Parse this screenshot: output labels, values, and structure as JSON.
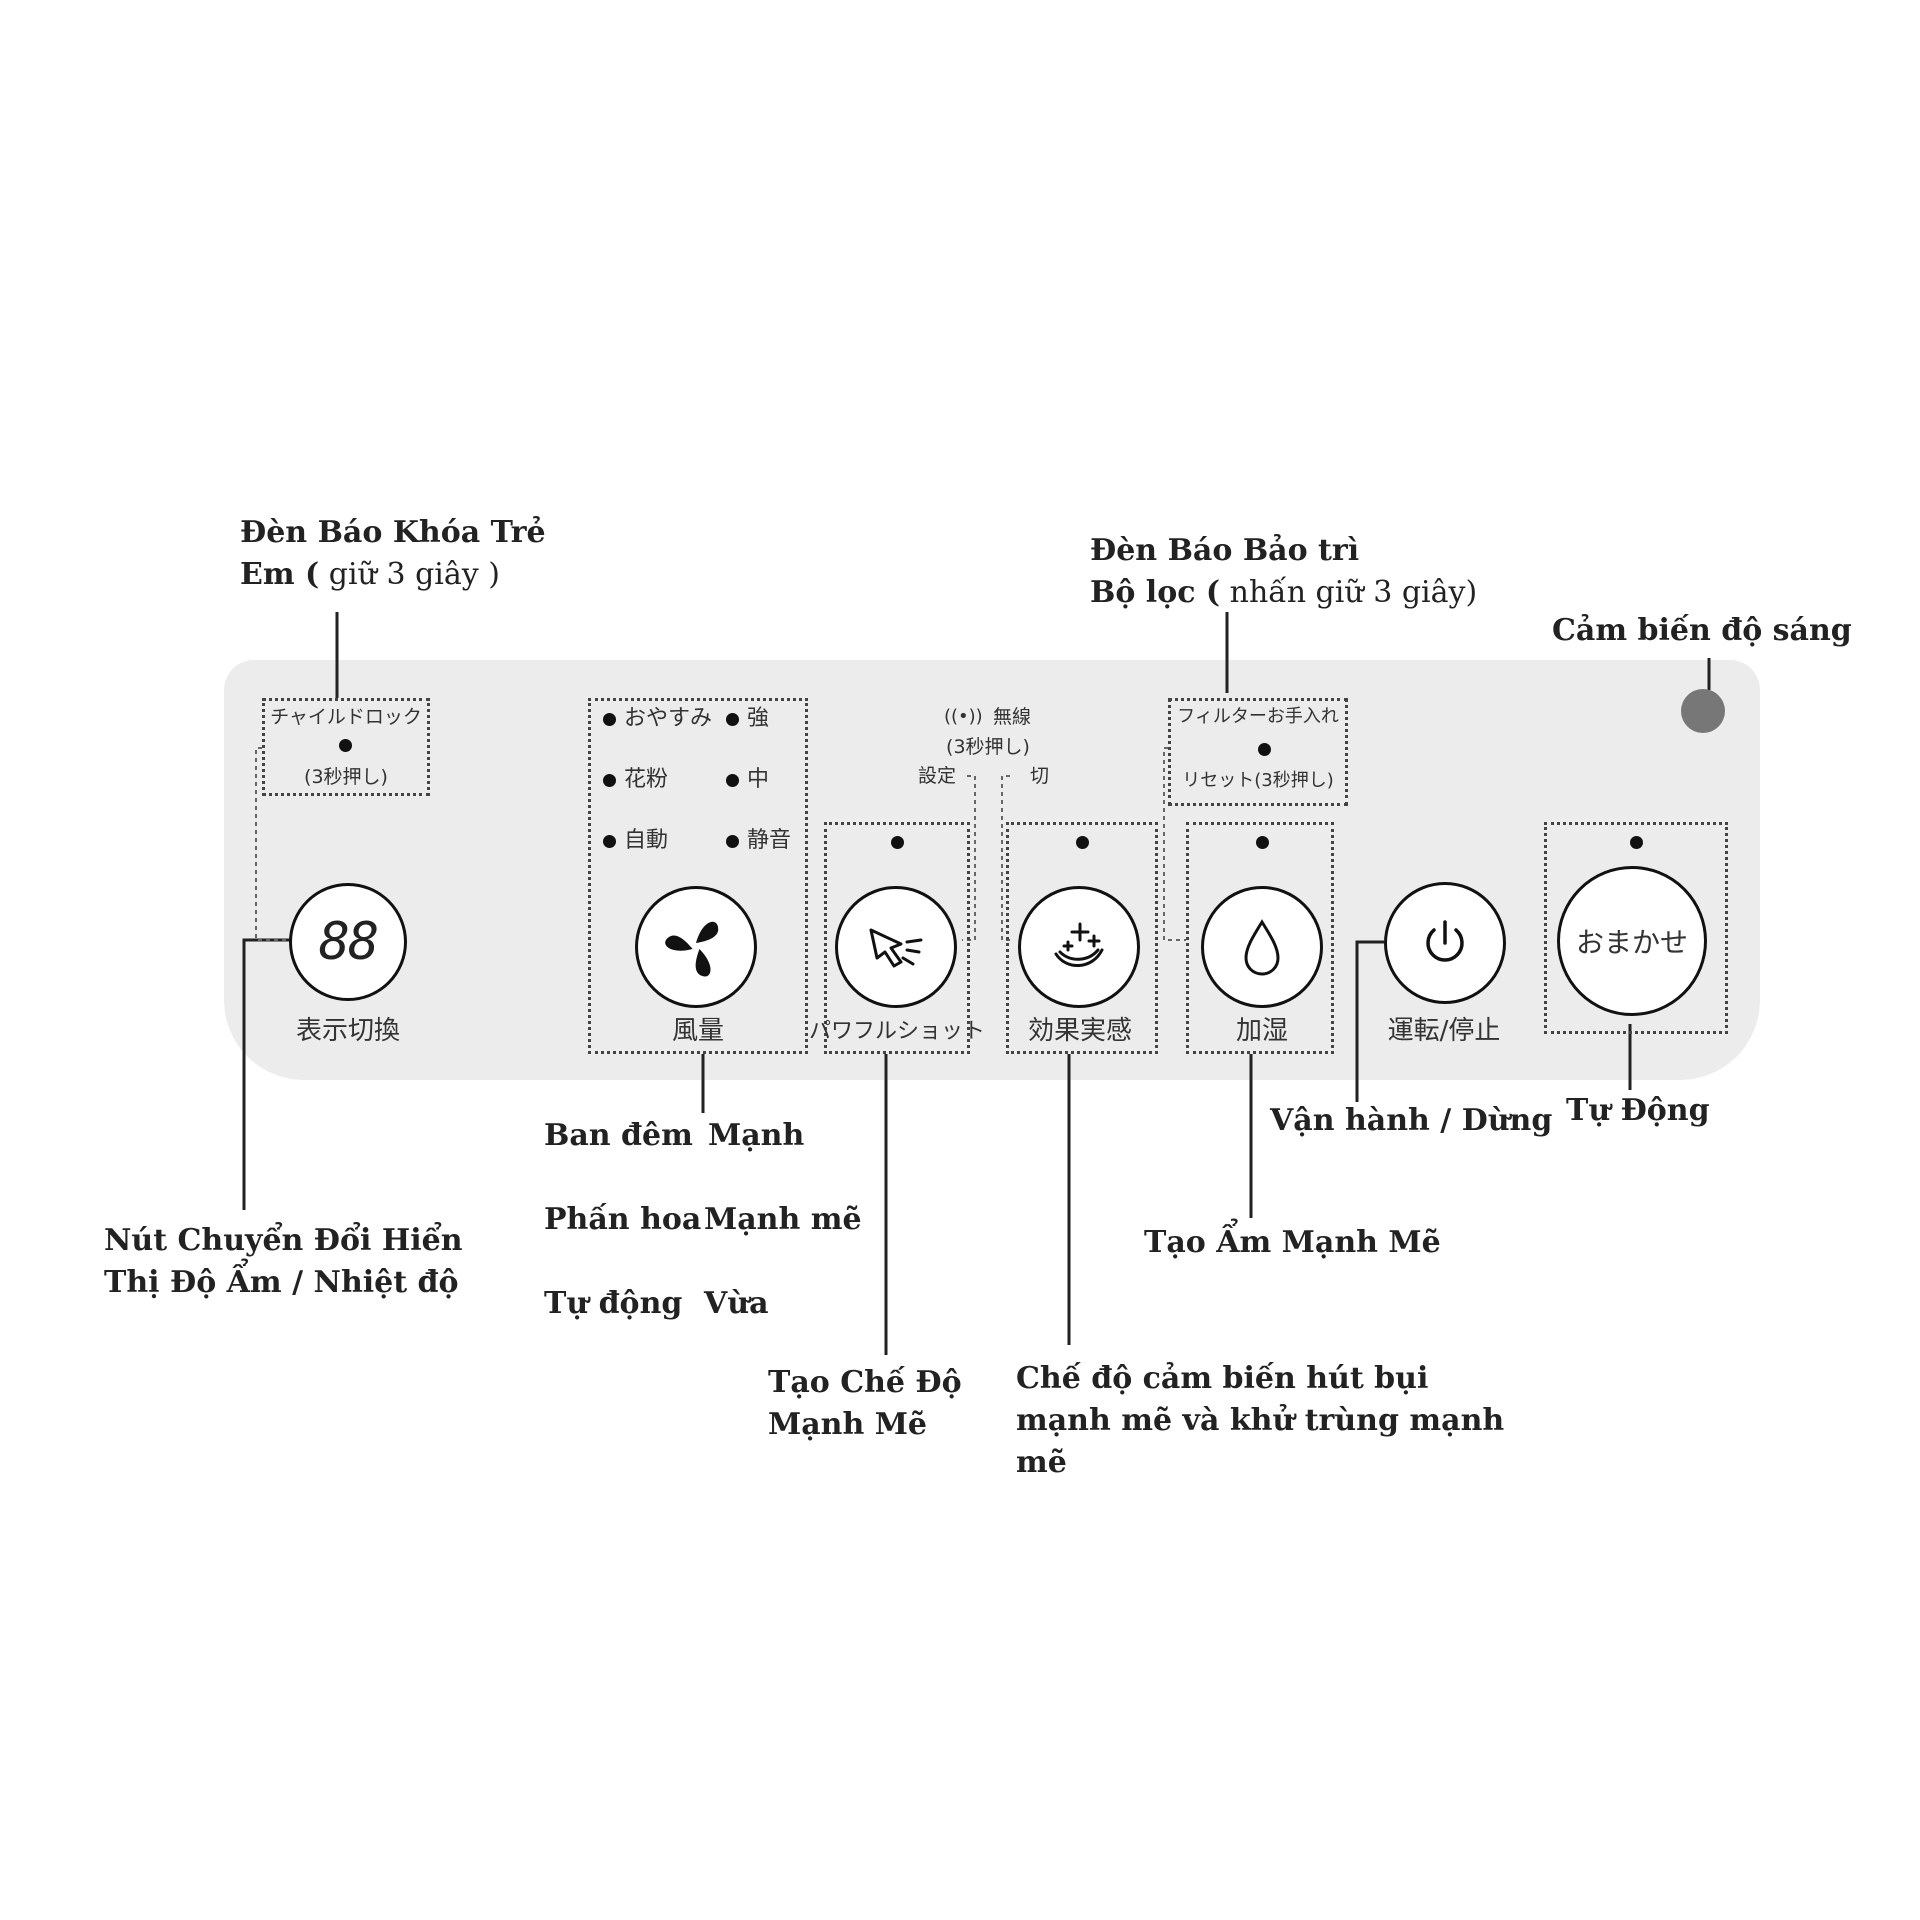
{
  "panel": {
    "child_lock": {
      "title": "チャイルドロック",
      "hold": "(3秒押し)"
    },
    "display_button": {
      "glyph": "88",
      "label": "表示切換"
    },
    "fan": {
      "modes_left": [
        "おやすみ",
        "花粉",
        "自動"
      ],
      "modes_right": [
        "強",
        "中",
        "静音"
      ],
      "label": "風量"
    },
    "wireless": {
      "title": "無線",
      "hold": "(3秒押し)",
      "on": "設定",
      "off": "切"
    },
    "powerful_shot": {
      "label": "パワフルショット"
    },
    "effect": {
      "label": "効果実感"
    },
    "filter": {
      "title": "フィルターお手入れ",
      "reset": "リセット(3秒押し)"
    },
    "humidify": {
      "label": "加湿"
    },
    "power": {
      "label": "運転/停止"
    },
    "auto": {
      "label": "おまかせ"
    }
  },
  "callouts": {
    "child_lock": {
      "line1_bold": "Đèn Báo Khóa Trẻ",
      "line2_bold": "Em (",
      "line2_normal": " giữ 3 giây )"
    },
    "filter": {
      "line1_bold": "Đèn Báo Bảo trì",
      "line2_bold": "Bộ lọc (",
      "line2_normal": " nhấn giữ 3 giây)"
    },
    "light_sensor": "Cảm biến độ sáng",
    "display_switch": {
      "line1": "Nút Chuyển Đổi Hiển",
      "line2": "Thị Độ Ẩm / Nhiệt độ"
    },
    "fan_modes": {
      "left": [
        "Ban đêm",
        "Phấn hoa",
        "Tự động"
      ],
      "right": [
        "Mạnh",
        "Mạnh mẽ",
        "Vừa"
      ]
    },
    "powerful_mode": {
      "line1": "Tạo Chế Độ",
      "line2": "Mạnh Mẽ"
    },
    "sensor_mode": {
      "line1": "Chế độ cảm biến hút bụi",
      "line2": "mạnh mẽ và khử trùng mạnh",
      "line3": "mẽ"
    },
    "humidify": "Tạo Ẩm Mạnh Mẽ",
    "power": "Vận hành / Dừng",
    "auto": "Tự Động"
  }
}
